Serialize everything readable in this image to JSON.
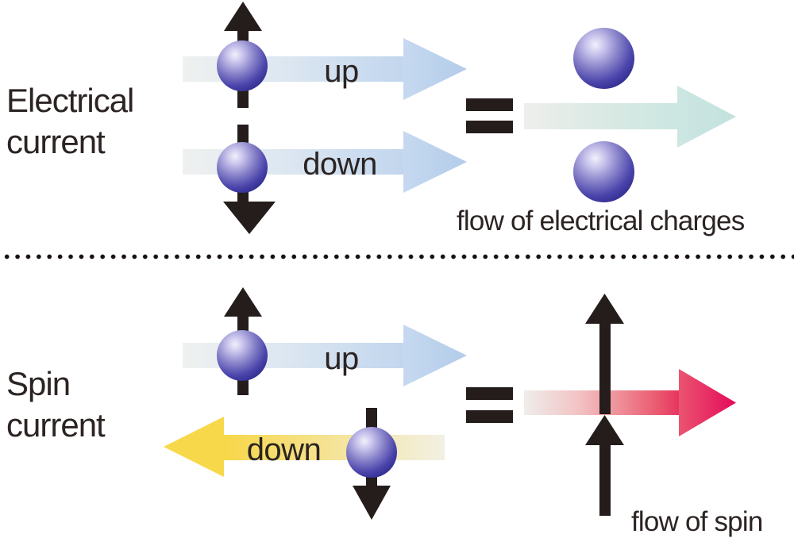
{
  "diagram": {
    "background": "#ffffff",
    "divider_style": "dotted-line"
  },
  "colors": {
    "text": "#2b2422",
    "black_spin_arrow": "#241d1b",
    "electron_sphere_blue": "#2d2a8f",
    "up_current_arrow_blue": "#bdd3ec",
    "charge_flow_arrow_teal": "#c8e4e0",
    "down_current_arrow_yellow": "#f7d748",
    "spin_flow_arrow_red": "#e60d5c"
  },
  "sections": {
    "electrical": {
      "title": "Electrical\ncurrent",
      "up_label": "up",
      "down_label": "down",
      "equals": "=",
      "caption": "flow of electrical charges"
    },
    "spin": {
      "title": "Spin\ncurrent",
      "up_label": "up",
      "down_label": "down",
      "equals": "=",
      "caption": "flow of spin"
    }
  }
}
